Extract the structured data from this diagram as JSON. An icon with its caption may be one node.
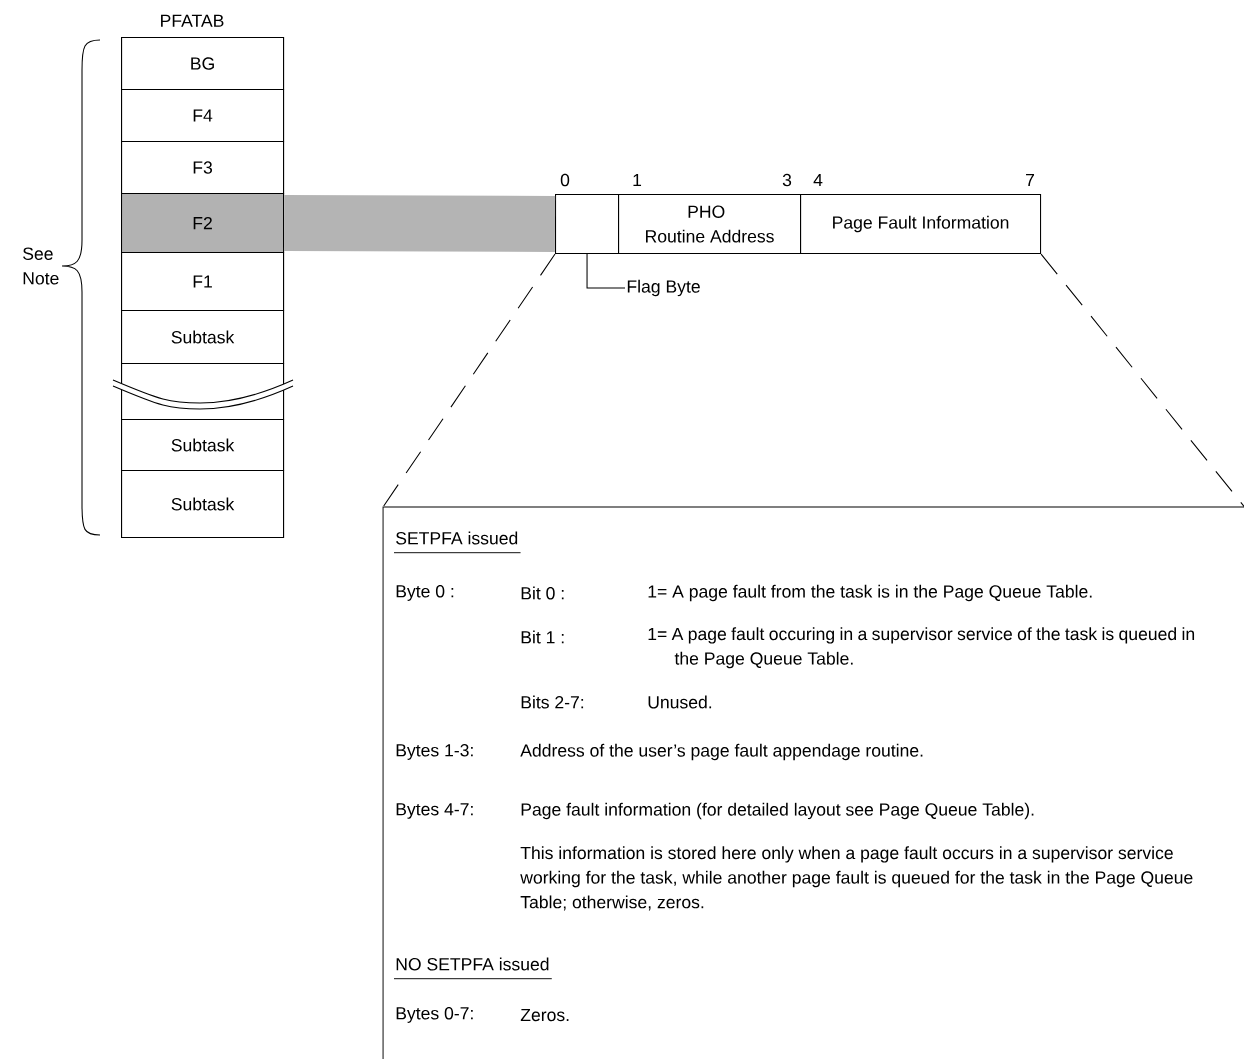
{
  "diagram": {
    "nodes": [
      {
        "text": [
          "PFATAB"
        ]
      },
      {
        "text": [
          "BG"
        ],
        "in": 0
      },
      {
        "text": [
          "F4"
        ],
        "in": 0
      },
      {
        "text": [
          "F3"
        ],
        "in": 0
      },
      {
        "text": [
          "F2"
        ],
        "in": 0
      },
      {
        "text": [
          "F1"
        ],
        "in": 0
      },
      {
        "text": [
          "Subtask"
        ],
        "in": 0
      },
      {
        "text": [],
        "shape": "box",
        "in": 0
      },
      {
        "text": [
          "Subtask"
        ],
        "in": 0
      },
      {
        "text": [
          "Subtask"
        ],
        "in": 0
      },
      {
        "text": [],
        "shape": "box"
      },
      {
        "text": [
          "PHO Routine Address"
        ]
      },
      {
        "text": [
          "Page Fault Information"
        ]
      },
      {
        "text": [
          "Flag Byte"
        ]
      },
      {
        "text": [
          "SETPFA issued",
          "Byte 0 :",
          "Bit 0 :",
          "1= A page fault from the task is in the Page Queue Table.",
          "Bit 1 :",
          "1= A page fault occuring in a supervisor service of the task is queued in the Page Queue Table.",
          "Bits 2-7:",
          "Unused.",
          "Bytes 1-3:",
          "Address of the user’s page fault appendage routine.",
          "Bytes 4-7:",
          "Page fault information (for detailed layout see Page Queue Table).",
          "This information is stored here only when a page fault occurs in a supervisor service working for the task, while another page fault is queued for the task in the Page Queue Table; otherwise, zeros.",
          "NO SETPFA issued",
          "Bytes 0-7:",
          "Zeros."
        ]
      }
    ],
    "edges": [
      {
        "from": 4,
        "to": 10,
        "arrow": "none",
        "style": "thick",
        "color": "#b4b4b4"
      },
      {
        "from": 13,
        "to": 10,
        "arrow": "none"
      },
      {
        "from": 10,
        "to": 14,
        "arrow": "none",
        "style": "dashed"
      },
      {
        "from": 12,
        "to": 14,
        "arrow": "none",
        "style": "dashed"
      }
    ],
    "labels": [
      "0",
      "1",
      "3",
      "4",
      "7",
      "See Note"
    ]
  }
}
